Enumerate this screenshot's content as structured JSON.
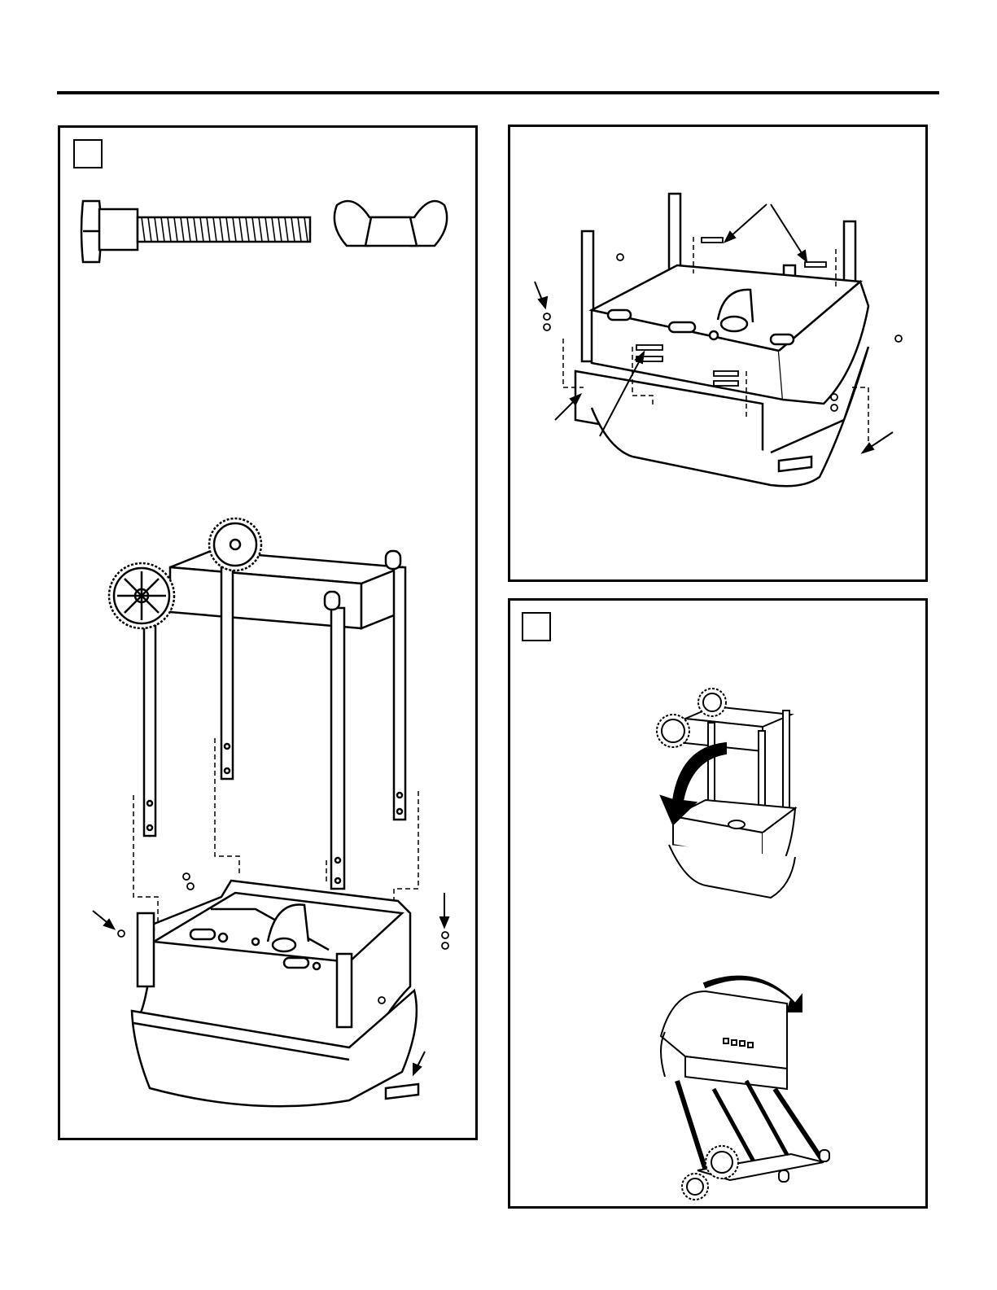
{
  "page": {
    "header_rule": true
  },
  "panels": [
    {
      "id": "left-panel",
      "step_number": "",
      "figures": [
        "bolt-illustration",
        "wing-nut-illustration",
        "cart-frame-and-firebox-exploded-view"
      ]
    },
    {
      "id": "top-right-panel",
      "figures": [
        "firebox-attachment-closeup"
      ]
    },
    {
      "id": "bottom-right-panel",
      "step_number": "",
      "figures": [
        "cart-flip-step-1",
        "cart-flip-step-2"
      ]
    }
  ],
  "colors": {
    "ink": "#000000",
    "paper": "#ffffff",
    "shade": "#d9d9d9"
  }
}
